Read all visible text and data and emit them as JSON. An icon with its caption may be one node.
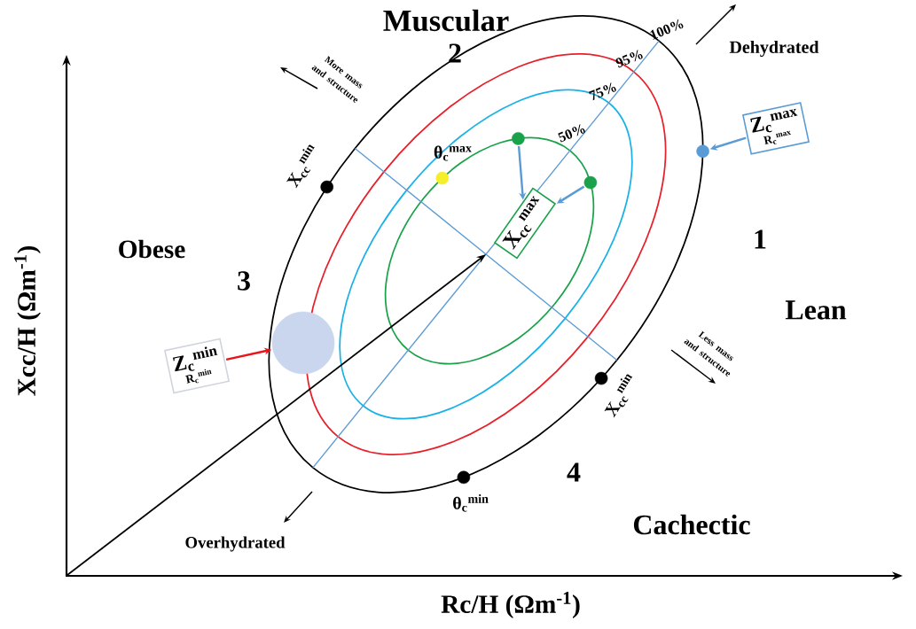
{
  "diagram": {
    "nodes": [
      {
        "text": [
          "Z$_{c}$$^{max}$",
          "R$_{c}$$^{max}$"
        ]
      },
      {
        "text": [],
        "shape": "circle"
      },
      {
        "text": [],
        "shape": "circle",
        "beside": [
          "θ$_{c}$$^{max}$"
        ]
      },
      {
        "text": [],
        "shape": "circle"
      },
      {
        "text": [],
        "shape": "circle"
      },
      {
        "text": [],
        "shape": "circle",
        "beside": [
          "X$_{cc}$$^{min}$"
        ]
      },
      {
        "text": [
          "X$_{cc}$$^{max}$"
        ]
      },
      {
        "text": [
          "Z$_{c}$$^{min}$",
          "R$_{c}$$^{min}$"
        ]
      },
      {
        "text": [],
        "shape": "circle"
      },
      {
        "text": [],
        "shape": "circle",
        "beside": [
          "X$_{cc}$$^{min}$"
        ]
      },
      {
        "text": [],
        "shape": "circle",
        "beside": [
          "θ$_{c}$$^{min}$"
        ]
      }
    ],
    "edges": [
      {
        "from": 0,
        "to": 1,
        "arrow": "to"
      },
      {
        "from": 3,
        "to": 6,
        "arrow": "to"
      },
      {
        "from": 4,
        "to": 6,
        "arrow": "to"
      },
      {
        "from": 7,
        "to": 8,
        "arrow": "to",
        "color": "#e8151b"
      }
    ],
    "labels": [
      "Muscular",
      "2",
      "More mass and structure",
      "100%",
      "95%",
      "75%",
      "50%",
      "Dehydrated",
      "Obese",
      "3",
      "1",
      "Lean",
      "Less mass and structure",
      "4",
      "Overhydrated",
      "Cachectic",
      "Xcc/H (Ωm$^{-1}$)",
      "Rc/H (Ωm$^{-1}$)"
    ]
  }
}
